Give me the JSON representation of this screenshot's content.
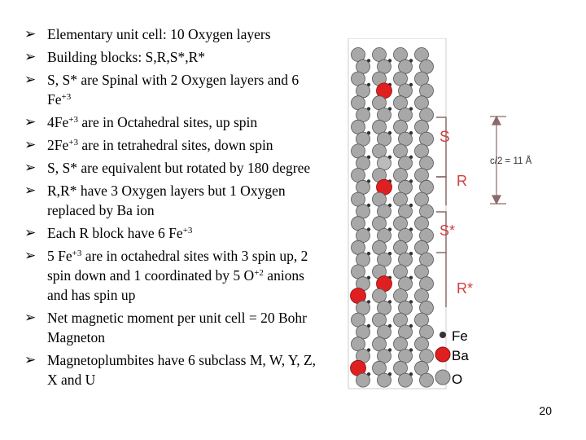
{
  "bullets": [
    {
      "text": "Elementary unit cell: 10 Oxygen layers"
    },
    {
      "text": "Building blocks: S,R,S*,R*"
    },
    {
      "text": "S, S* are Spinal with 2 Oxygen layers and 6 Fe",
      "sup": "+3"
    },
    {
      "pre": "4Fe",
      "sup": "+3",
      "text": " are in Octahedral sites, up spin"
    },
    {
      "pre": "2Fe",
      "sup": "+3",
      "text": " are in tetrahedral sites, down spin"
    },
    {
      "text": "S, S* are equivalent but rotated by 180 degree"
    },
    {
      "text": "R,R* have 3 Oxygen layers but 1 Oxygen replaced by Ba ion"
    },
    {
      "text": "Each R block have 6 Fe",
      "sup": "+3"
    },
    {
      "pre": "5 Fe",
      "sup": "+3",
      "text": "  are in octahedral sites with 3 spin up, 2 spin down and 1 coordinated by 5 O",
      "sup2": "+2",
      "text2": " anions and has spin up"
    },
    {
      "text": "Net magnetic moment per unit cell = 20 Bohr Magneton"
    },
    {
      "text": "Magnetoplumbites have 6 subclass M, W, Y, Z, X and U"
    }
  ],
  "figure": {
    "blocks": [
      "S",
      "R",
      "S*",
      "R*"
    ],
    "dimension_label": "c/2 = 11 Å",
    "legend": [
      {
        "label": "Fe",
        "color": "#333333"
      },
      {
        "label": "Ba",
        "color": "#e02020"
      },
      {
        "label": "O",
        "color": "#a8a8a8"
      }
    ],
    "colors": {
      "oxygen": "#a8a8a8",
      "barium": "#e02020",
      "iron": "#333333",
      "label": "#d04040",
      "bracket": "#8a6a6a"
    }
  },
  "page_number": "20"
}
